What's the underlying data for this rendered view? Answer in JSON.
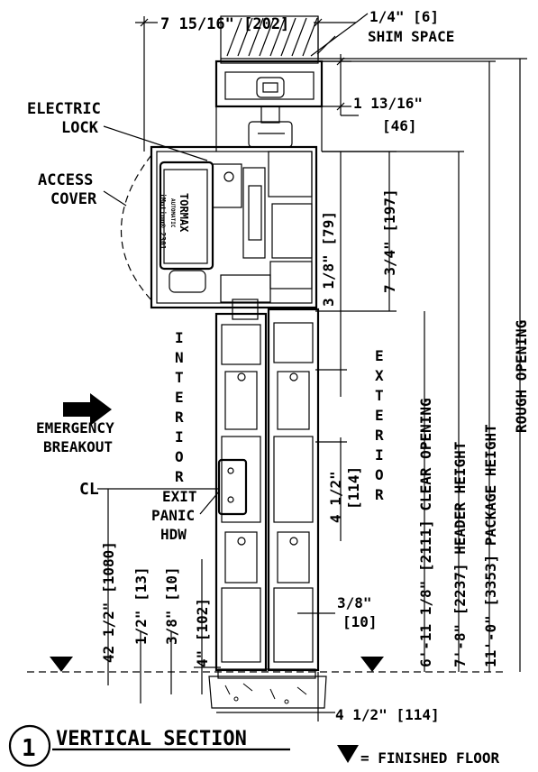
{
  "dimensions": {
    "top_width": "7 15/16\" [202]",
    "shim": "1/4\" [6]",
    "shim_label": "SHIM SPACE",
    "header_top": "1 13/16\"",
    "header_top_mm": "[46]",
    "dim_3_1_8": "3 1/8\" [79]",
    "dim_7_3_4": "7 3/4\" [197]",
    "dim_4_1_2_a": "4 1/2\"",
    "dim_4_1_2_a_mm": "[114]",
    "dim_3_8_right": "3/8\"",
    "dim_3_8_right_mm": "[10]",
    "dim_bottom": "4 1/2\" [114]",
    "clear_opening": "6'-11 1/8\" [2111] CLEAR OPENING",
    "header_height": "7'-8\" [2237] HEADER HEIGHT",
    "package_height": "11'-0\" [3353] PACKAGE HEIGHT",
    "rough_opening": "ROUGH OPENING",
    "left_42": "42 1/2\" [1080]",
    "left_1_2": "1/2\" [13]",
    "left_3_8": "3/8\" [10]",
    "left_4": "4\" [102]"
  },
  "labels": {
    "electric_lock": [
      "ELECTRIC",
      "LOCK"
    ],
    "access_cover": [
      "ACCESS",
      "COVER"
    ],
    "emergency": [
      "EMERGENCY",
      "BREAKOUT"
    ],
    "exit_panic": [
      "EXIT",
      "PANIC",
      "HDW"
    ],
    "interior": [
      "I",
      "N",
      "T",
      "E",
      "R",
      "I",
      "O",
      "R"
    ],
    "exterior": [
      "E",
      "X",
      "T",
      "E",
      "R",
      "I",
      "O",
      "R"
    ],
    "centerline": "CL"
  },
  "operator": {
    "brand": "TORMAX",
    "sub": "AUTOMATIC",
    "model": "iMotion® 2301"
  },
  "title": {
    "number": "1",
    "text": "VERTICAL SECTION"
  },
  "legend": {
    "text": "= FINISHED FLOOR"
  },
  "icons": [
    "arrow-right-icon",
    "finished-floor-triangle-icon",
    "centerline-icon"
  ]
}
